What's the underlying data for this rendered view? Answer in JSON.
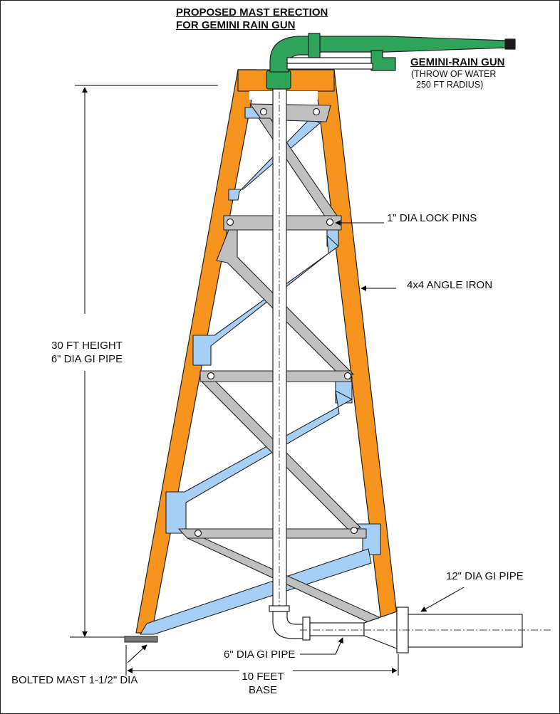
{
  "title": {
    "line1": "PROPOSED MAST ERECTION",
    "line2": "FOR GEMINI RAIN GUN"
  },
  "rain_gun": {
    "name": "GEMINI-RAIN GUN",
    "note_line1": "(THROW OF WATER",
    "note_line2": "250 FT RADIUS)"
  },
  "labels": {
    "lock_pins": "1\" DIA LOCK PINS",
    "angle_iron": "4x4 ANGLE IRON",
    "height_line1": "30 FT HEIGHT",
    "height_line2": "6\" DIA GI PIPE",
    "pipe_12": "12\" DIA GI PIPE",
    "pipe_6": "6\" DIA GI PIPE",
    "bolted_mast": "BOLTED MAST 1-1/2\" DIA",
    "base_line1": "10 FEET",
    "base_line2": "BASE"
  },
  "colors": {
    "angle_iron": "#f7941d",
    "bracing_blue": "#a6cff5",
    "bracing_grey": "#c0c0c0",
    "rain_gun": "#2ea35a",
    "outline": "#222222"
  }
}
